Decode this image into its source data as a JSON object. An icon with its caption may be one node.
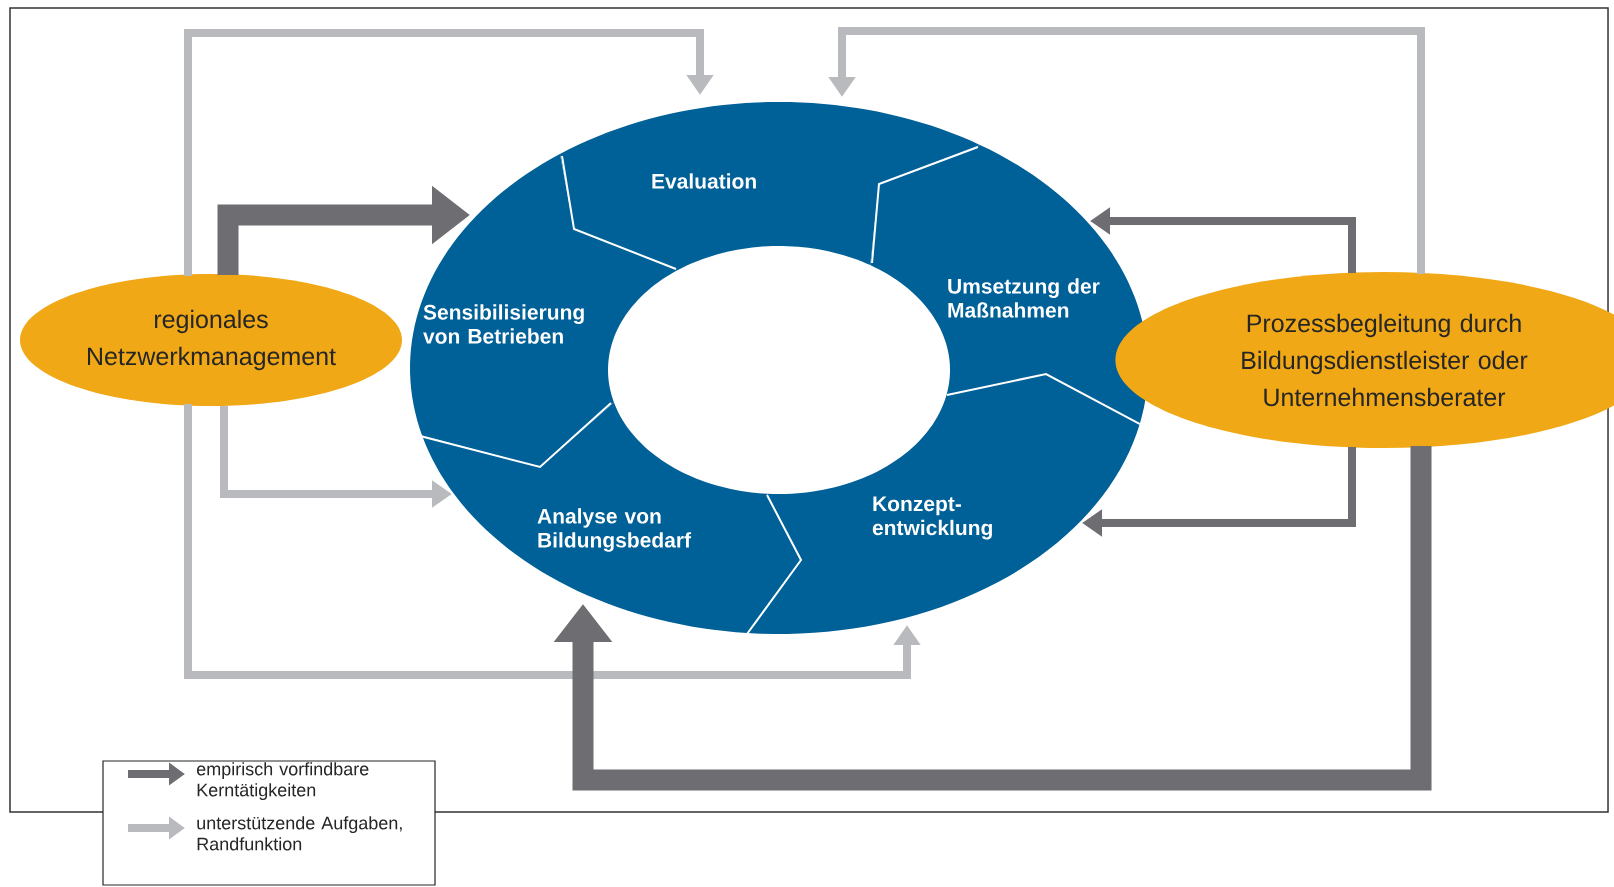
{
  "diagram": {
    "nodes": [
      {
        "text": [
          "Evaluation"
        ]
      },
      {
        "text": [
          "Umsetzung der Maßnahmen"
        ]
      },
      {
        "text": [
          "Konzept-entwicklung"
        ]
      },
      {
        "text": [
          "Analyse von Bildungsbedarf"
        ]
      },
      {
        "text": [
          "Sensibilisierung von Betrieben"
        ]
      },
      {
        "text": [
          "regionales Netzwerkmanagement"
        ]
      },
      {
        "text": [
          "Prozessbegleitung durch Bildungsdienstleister oder Unternehmensberater"
        ]
      }
    ],
    "edges": [
      {
        "from": 5,
        "to": 4,
        "arrow": "to",
        "style": "thick",
        "color": "#6d6d72"
      },
      {
        "from": 5,
        "to": 3,
        "arrow": "to",
        "color": "#b9babe"
      },
      {
        "from": 5,
        "to": 0,
        "arrow": "to",
        "color": "#b9babe"
      },
      {
        "from": 5,
        "to": 2,
        "arrow": "to",
        "color": "#b9babe"
      },
      {
        "from": 6,
        "to": 0,
        "arrow": "to",
        "color": "#b9babe"
      },
      {
        "from": 6,
        "to": 1,
        "arrow": "to",
        "color": "#6d6d72"
      },
      {
        "from": 6,
        "to": 2,
        "arrow": "to",
        "color": "#6d6d72"
      },
      {
        "from": 6,
        "to": 3,
        "arrow": "to",
        "style": "thick",
        "color": "#6d6d72"
      }
    ],
    "legend": [
      {
        "text": "empirisch vorfindbare Kerntätigkeiten"
      },
      {
        "text": "unterstützende Aufgaben, Randfunktion"
      }
    ]
  }
}
